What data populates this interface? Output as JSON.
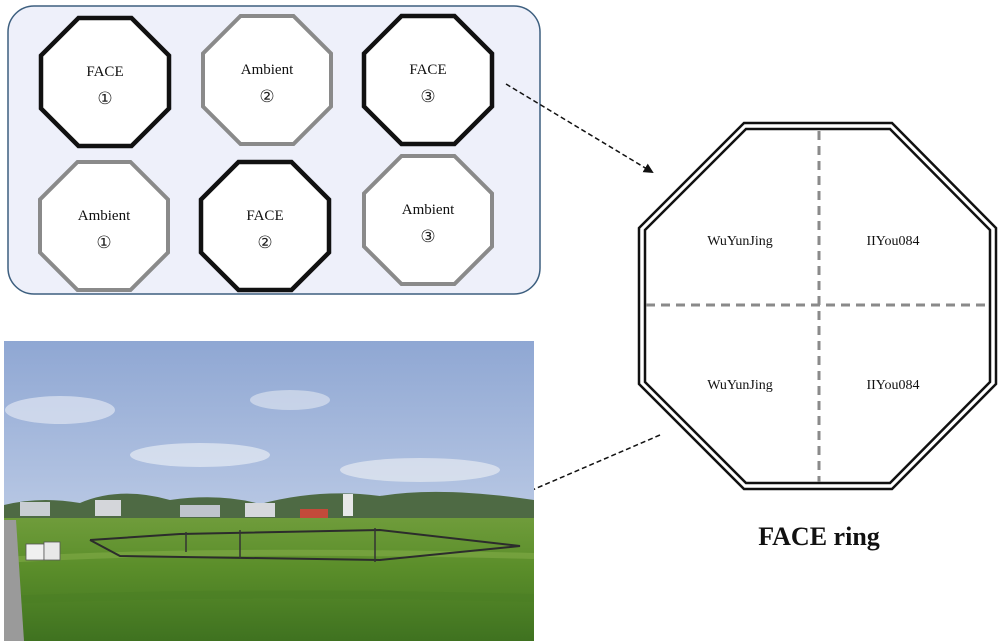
{
  "plots": [
    {
      "label": "FACE",
      "number": "①",
      "treatment": "FACE"
    },
    {
      "label": "Ambient",
      "number": "②",
      "treatment": "Ambient"
    },
    {
      "label": "FACE",
      "number": "③",
      "treatment": "FACE"
    },
    {
      "label": "Ambient",
      "number": "①",
      "treatment": "Ambient"
    },
    {
      "label": "FACE",
      "number": "②",
      "treatment": "FACE"
    },
    {
      "label": "Ambient",
      "number": "③",
      "treatment": "Ambient"
    }
  ],
  "ring": {
    "title": "FACE ring",
    "quadrants": {
      "top_left": "WuYunJing",
      "top_right": "IIYou084",
      "bottom_left": "WuYunJing",
      "bottom_right": "IIYou084"
    }
  },
  "colors": {
    "panel_fill": "#eef0fa",
    "panel_stroke": "#3d5f7f",
    "face_stroke": "#111111",
    "ambient_stroke": "#8a8a8a",
    "divider": "#8a8a8a"
  },
  "photo": {
    "description_icon": "rice-field-photo"
  }
}
